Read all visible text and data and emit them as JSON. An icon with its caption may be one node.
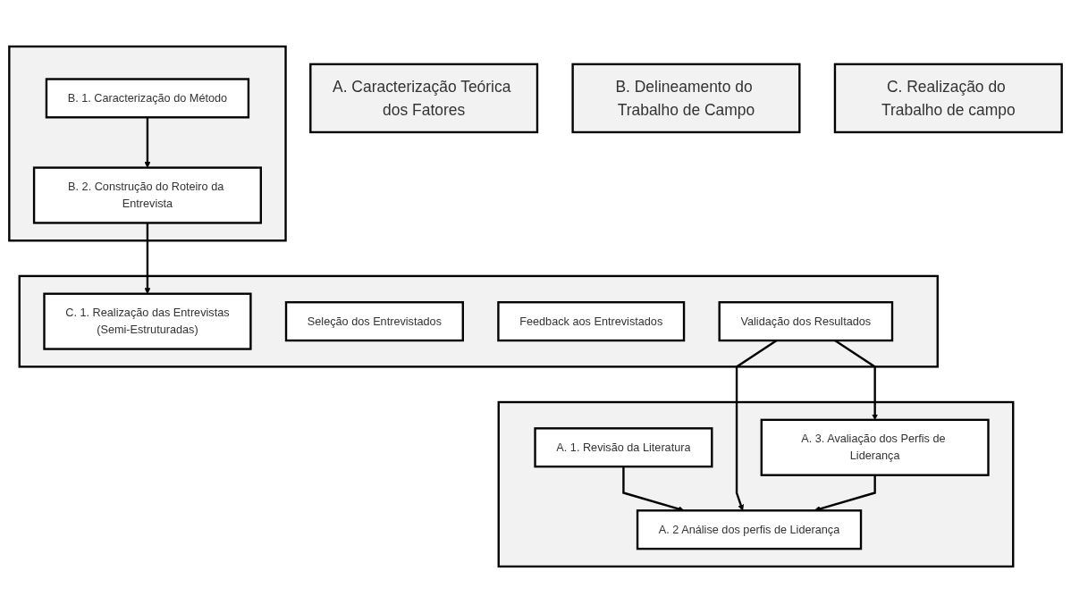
{
  "diagram": {
    "nodes": [
      {
        "text": [
          "A. Caracterização Teórica dos Fatores"
        ]
      },
      {
        "text": [
          "B. Delineamento do Trabalho de Campo"
        ]
      },
      {
        "text": [
          "C. Realização do Trabalho de campo"
        ]
      },
      {
        "text": [],
        "shape": "box"
      },
      {
        "text": [
          "A. 1. Revisão da Literatura"
        ],
        "in": 3
      },
      {
        "text": [
          "A. 2 Análise dos perfis de Liderança"
        ],
        "in": 3
      },
      {
        "text": [
          "A. 3. Avaliação dos Perfis de Liderança"
        ],
        "in": 3
      },
      {
        "text": [],
        "shape": "box"
      },
      {
        "text": [
          "B. 1. Caracterização do Método"
        ],
        "in": 7
      },
      {
        "text": [
          "B. 2. Construção do Roteiro da Entrevista"
        ],
        "in": 7
      },
      {
        "text": [],
        "shape": "box"
      },
      {
        "text": [
          "C. 1. Realização das Entrevistas",
          "(Semi-Estruturadas)"
        ],
        "in": 10
      },
      {
        "text": [
          "Seleção dos Entrevistados"
        ],
        "in": 10
      },
      {
        "text": [
          "Feedback aos Entrevistados"
        ],
        "in": 10
      },
      {
        "text": [
          "Validação dos Resultados"
        ],
        "in": 10
      }
    ],
    "edges": [
      {
        "from": 4,
        "to": 5,
        "arrow": "to"
      },
      {
        "from": 8,
        "to": 9,
        "arrow": "to"
      },
      {
        "from": 9,
        "to": 11,
        "arrow": "to"
      },
      {
        "from": 14,
        "to": 5,
        "arrow": "to"
      },
      {
        "from": 14,
        "to": 6,
        "arrow": "to"
      },
      {
        "from": 6,
        "to": 5,
        "arrow": "to"
      }
    ]
  }
}
